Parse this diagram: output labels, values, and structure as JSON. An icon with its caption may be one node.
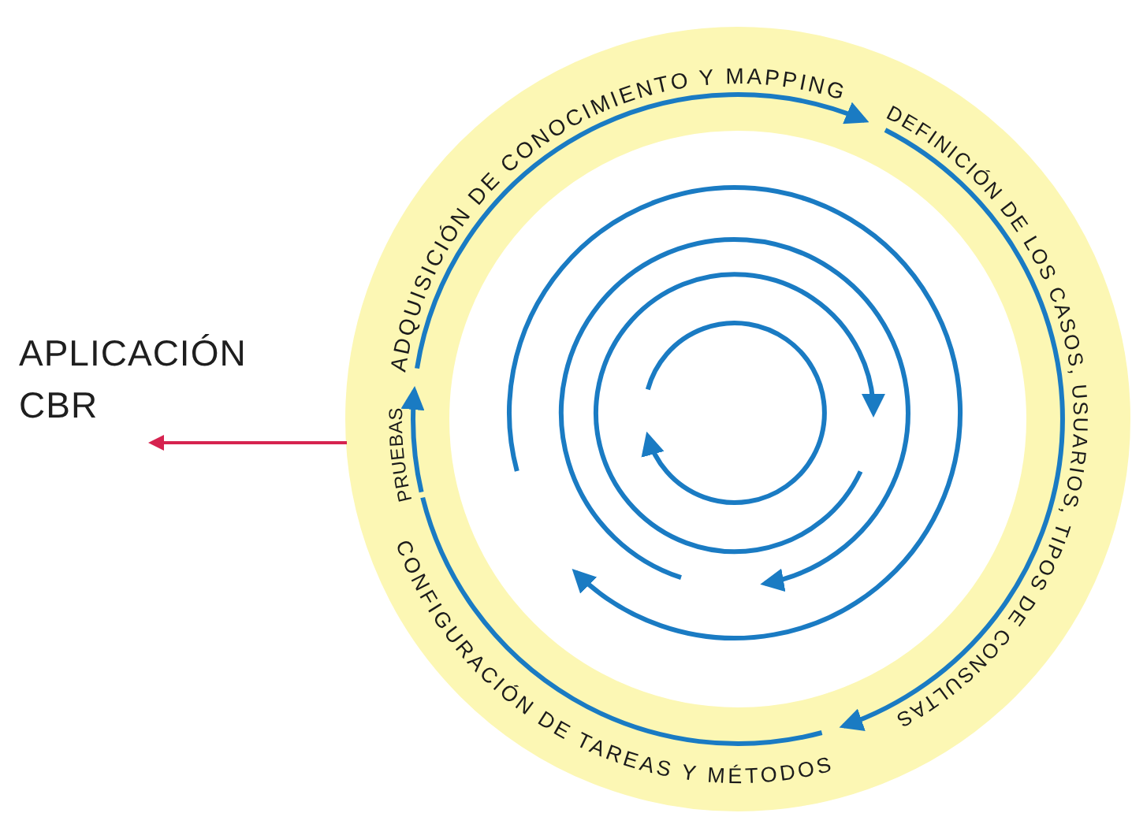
{
  "diagram": {
    "nodes": [
      {
        "text": [
          "ADQUISICIÓN DE CONOCIMIENTO Y MAPPING"
        ]
      },
      {
        "text": [
          "DEFINICIÓN DE LOS CASOS, USUARIOS, TIPOS DE CONSULTAS"
        ]
      },
      {
        "text": [
          "CONFIGURACIÓN DE TAREAS Y MÉTODOS"
        ]
      },
      {
        "text": [
          "PRUEBAS"
        ]
      },
      {
        "text": [
          "APLICACIÓN CBR"
        ]
      }
    ],
    "edges": [
      {
        "from": 0,
        "to": 1,
        "arrow": "to"
      },
      {
        "from": 1,
        "to": 2,
        "arrow": "to"
      },
      {
        "from": 2,
        "to": 3,
        "arrow": "none"
      },
      {
        "from": 3,
        "to": 0,
        "arrow": "to"
      },
      {
        "from": 3,
        "to": 4,
        "arrow": "to",
        "color": "#d6234f"
      }
    ]
  }
}
